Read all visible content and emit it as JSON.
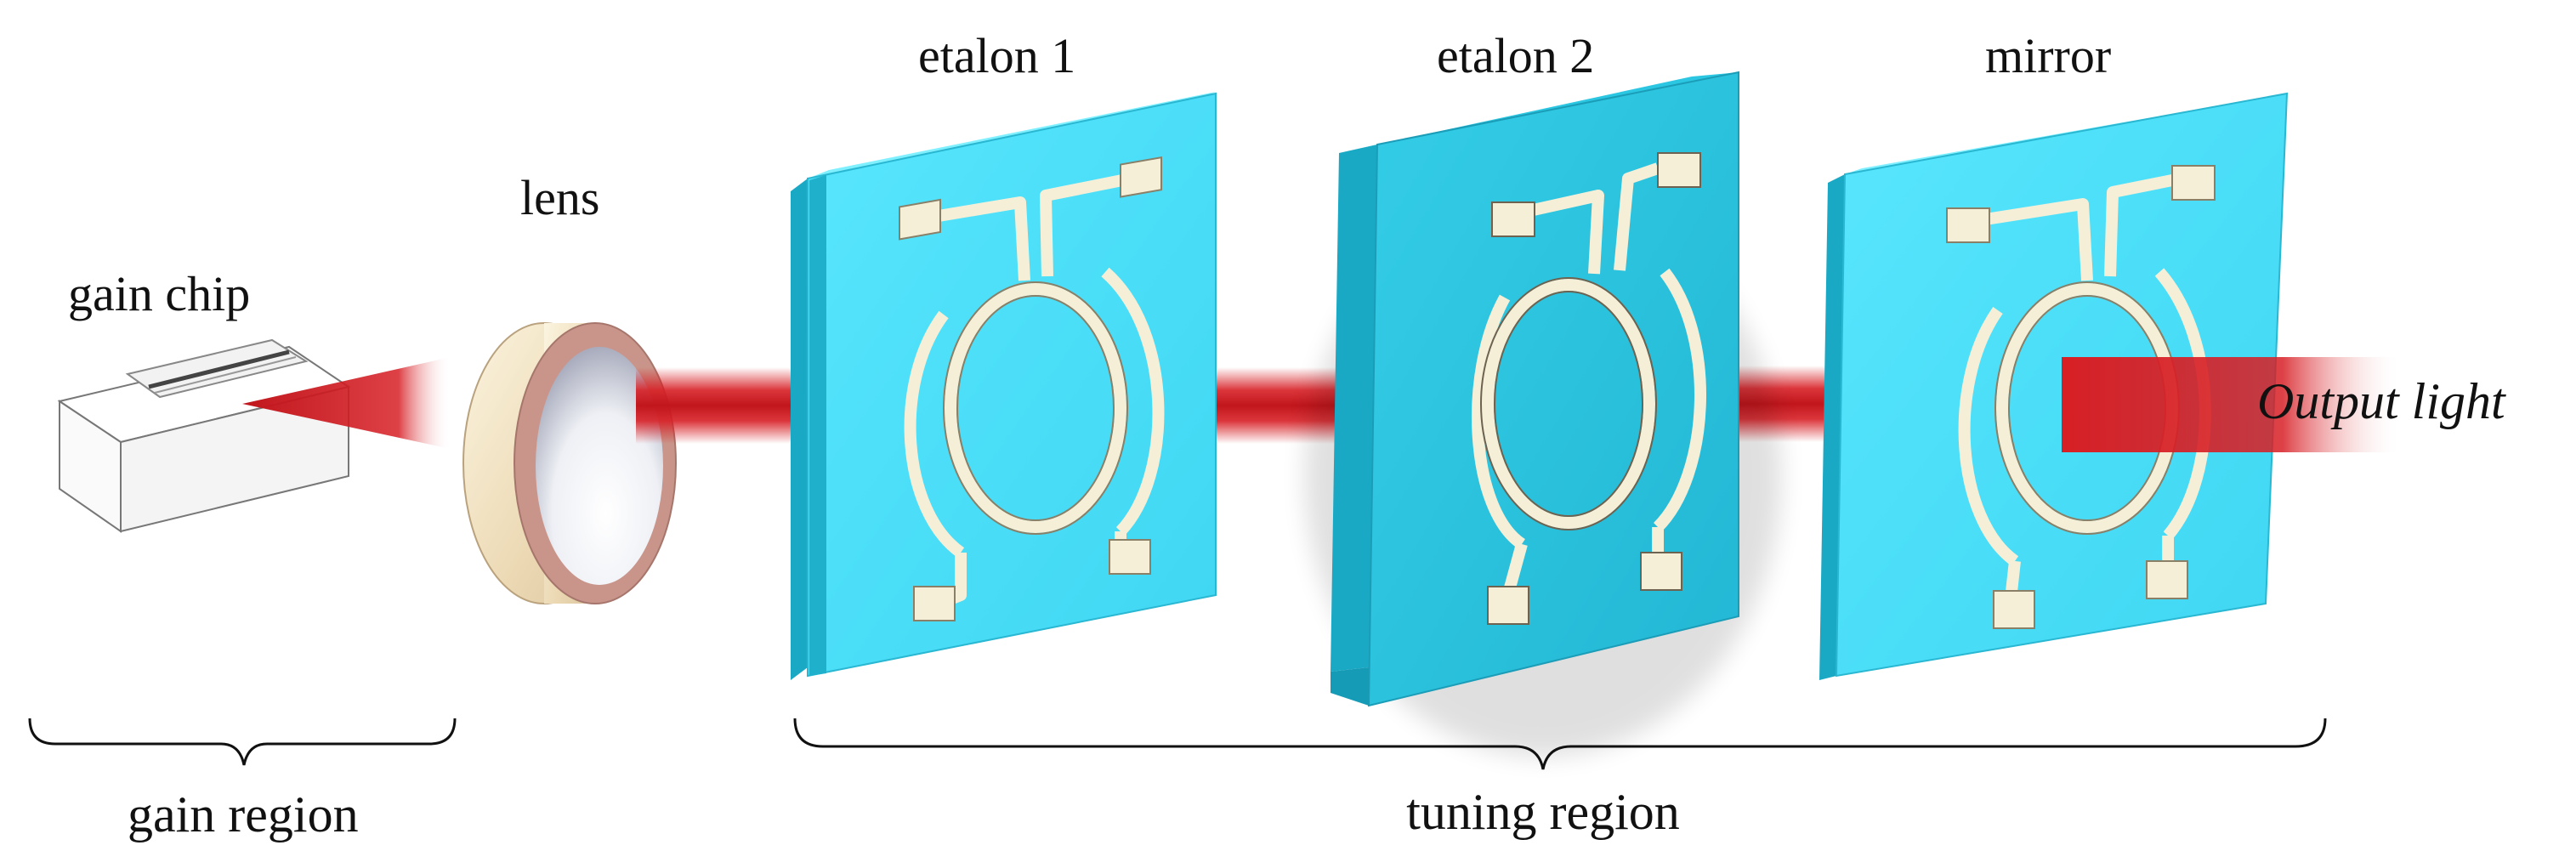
{
  "labels": {
    "gain_chip": "gain chip",
    "lens": "lens",
    "etalon1": "etalon 1",
    "etalon2": "etalon 2",
    "mirror": "mirror",
    "output": "Output light",
    "gain_region": "gain region",
    "tuning_region": "tuning region"
  },
  "colors": {
    "plate_face": "#4fe3fb",
    "plate_face_dark": "#2fc4df",
    "plate_side": "#1aa9c4",
    "plate_top": "#7ff0ff",
    "beam": "#d71f25",
    "electrode": "#f6efd8",
    "lens_rim": "#c9958a",
    "lens_body": "#efe3c4",
    "chip": "#ffffff"
  }
}
